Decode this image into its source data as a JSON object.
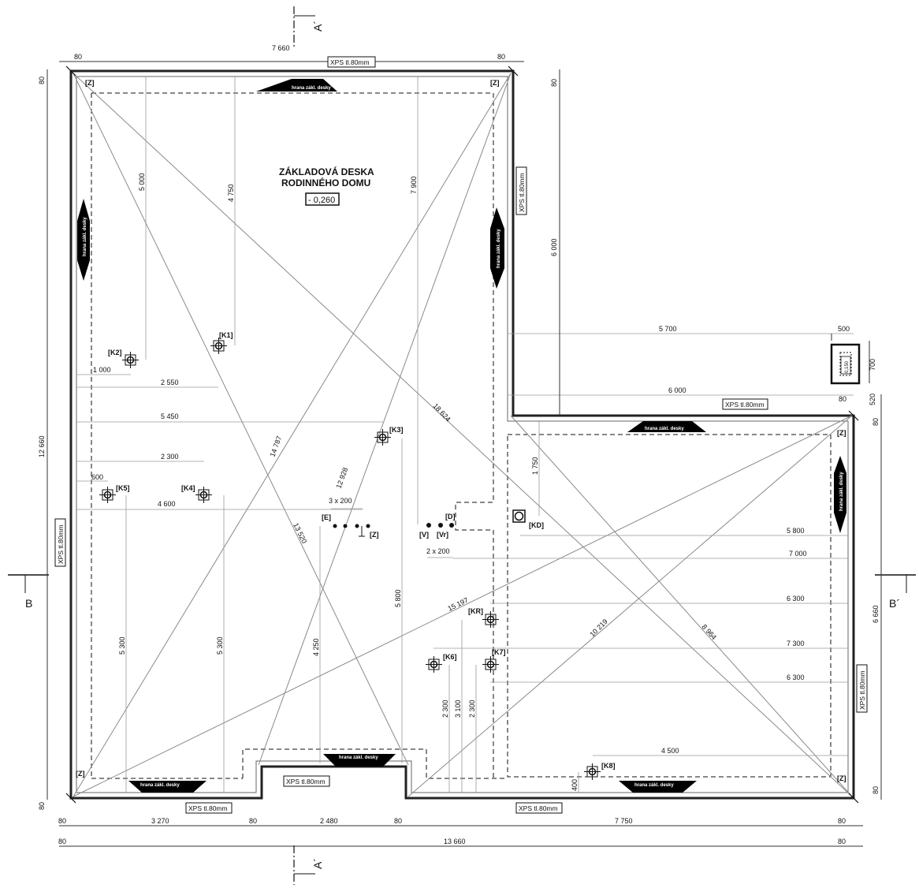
{
  "title": {
    "line1": "ZÁKLADOVÁ DESKA",
    "line2": "RODINNÉHO DOMU",
    "level": "- 0,260"
  },
  "insulation_label": "XPS tl.80mm",
  "edge_label": "hrana zákl. desky",
  "small_box_label": "0,150",
  "section_labels": {
    "a_top": "A´",
    "a_bottom": "A´",
    "b_left": "B",
    "b_right": "B´"
  },
  "corner_mark": "[Z]",
  "points": {
    "k1": "[K1]",
    "k2": "[K2]",
    "k3": "[K3]",
    "k4": "[K4]",
    "k5": "[K5]",
    "k6": "[K6]",
    "k7": "[K7]",
    "k8": "[K8]",
    "kr": "[KR]",
    "kd": "[KD]",
    "e": "[E]",
    "z": "[Z]",
    "v": "[V]",
    "vr": "[Vr]",
    "d": "[D]"
  },
  "dims": {
    "top_total": "7 660",
    "top_left": "80",
    "top_right": "80",
    "left_total": "12 660",
    "left_top": "80",
    "left_bottom": "80",
    "right_upper": "6 000",
    "right_upper_top": "80",
    "right_lower": "6 660",
    "right_lower_top": "80",
    "right_lower_bottom": "80",
    "right_520": "520",
    "box_500": "500",
    "box_700": "700",
    "step_5700": "5 700",
    "step_6000": "6 000",
    "step_80": "80",
    "bot1_a": "80",
    "bot1_b": "3 270",
    "bot1_c": "80",
    "bot1_d": "2 480",
    "bot1_e": "80",
    "bot1_f": "7 750",
    "bot1_g": "80",
    "bot2_a": "80",
    "bot2_total": "13 660",
    "bot2_b": "80",
    "v5000": "5 000",
    "v4750": "4 750",
    "v7900": "7 900",
    "v1750": "1 750",
    "v5800": "5 800",
    "v5300a": "5 300",
    "v5300b": "5 300",
    "v4250": "4 250",
    "v2300a": "2 300",
    "v3100": "3 100",
    "v2300b": "2 300",
    "v400": "400",
    "h1000": "1 000",
    "h2550": "2 550",
    "h5450": "5 450",
    "h2300": "2 300",
    "h600": "600",
    "h4600": "4 600",
    "h3x200": "3 x 200",
    "h2x200": "2 x 200",
    "h5800": "5 800",
    "h7000": "7 000",
    "h6300a": "6 300",
    "h7300": "7 300",
    "h6300b": "6 300",
    "h4500": "4 500",
    "diag_18624": "18 624",
    "diag_14787": "14 787",
    "diag_12928": "12 928",
    "diag_13520": "13 520",
    "diag_15197": "15 197",
    "diag_10219": "10 219",
    "diag_8964": "8 964"
  }
}
